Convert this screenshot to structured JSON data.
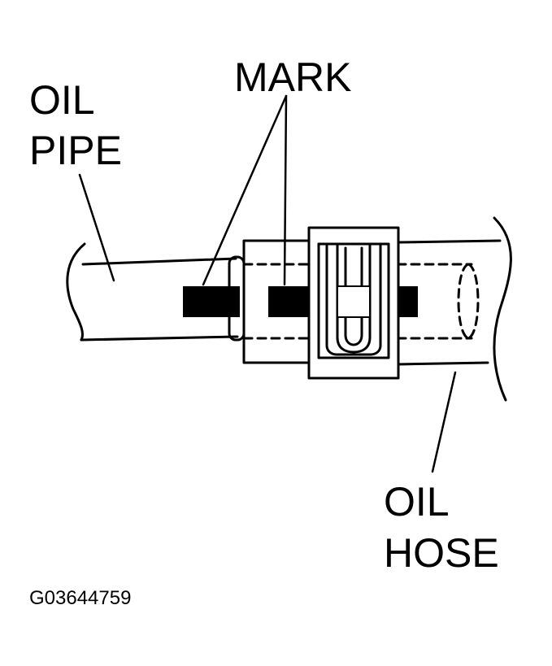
{
  "diagram": {
    "labels": {
      "oil_pipe_line1": "OIL",
      "oil_pipe_line2": "PIPE",
      "mark": "MARK",
      "oil_hose_line1": "OIL",
      "oil_hose_line2": "HOSE",
      "figure_code": "G03644759"
    }
  },
  "colors": {
    "ink": "#000000",
    "paper": "#ffffff"
  }
}
